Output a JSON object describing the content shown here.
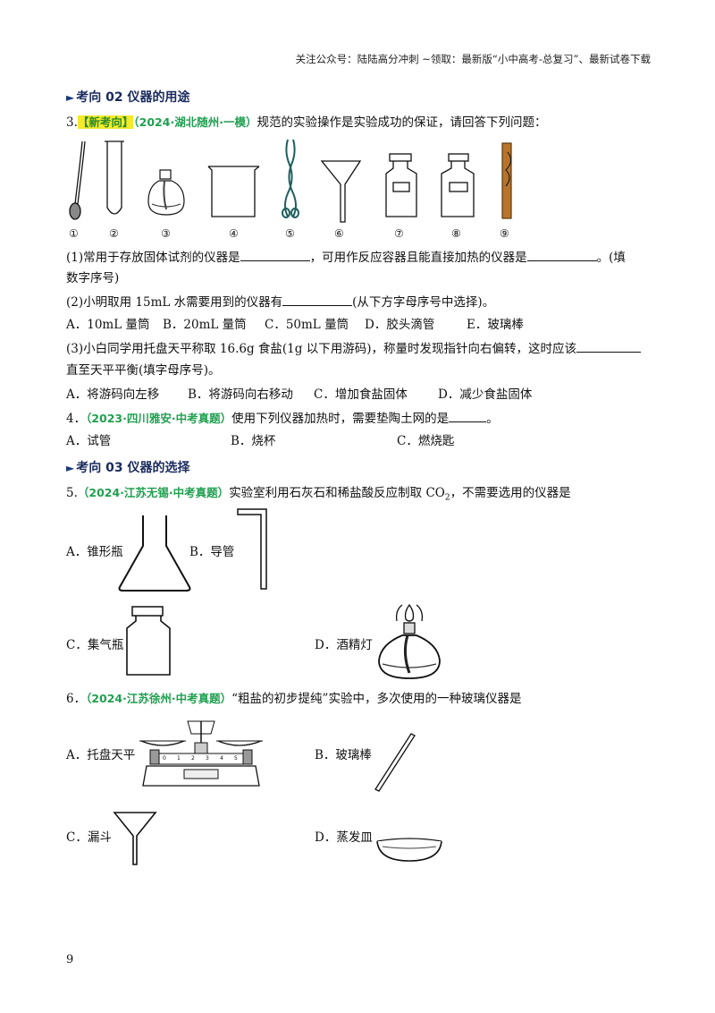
{
  "header": "关注公众号：陆陆高分冲刺  ~领取：最新版“小中高考-总复习”、最新试卷下载",
  "sections": {
    "s02": "考向 02  仪器的用途",
    "s03": "考向 03 仪器的选择"
  },
  "q3": {
    "num": "3.",
    "tag": "【新考向】",
    "source": "（2024·湖北随州·一模）",
    "stem": "规范的实验操作是实验成功的保证，请回答下列问题：",
    "instrument_labels": [
      "①",
      "②",
      "③",
      "④",
      "⑤",
      "⑥",
      "⑦",
      "⑧",
      "⑨"
    ],
    "p1a": "(1)常用于存放固体试剂的仪器是",
    "p1b": "，可用作反应容器且能直接加热的仪器是",
    "p1c": "。(填",
    "p1d": "数字序号)",
    "p2": "(2)小明取用 15mL 水需要用到的仪器有",
    "p2b": "(从下方字母序号中选择)。",
    "p2_options": [
      "A．10mL 量筒",
      "B．20mL 量筒",
      "C．50mL 量筒",
      "D．胶头滴管",
      "E．玻璃棒"
    ],
    "p3a": "(3)小白同学用托盘天平称取 16.6g 食盐(1g 以下用游码)，称量时发现指针向右偏转，这时应该",
    "p3b": "直至天平平衡(填字母序号)。",
    "p3_options": [
      "A．将游码向左移",
      "B．将游码向右移动",
      "C．增加食盐固体",
      "D．减少食盐固体"
    ]
  },
  "q4": {
    "num": "4．",
    "source": "（2023·四川雅安·中考真题）",
    "stem": "使用下列仪器加热时，需要垫陶土网的是",
    "end": "。",
    "options": [
      "A．试管",
      "B．烧杯",
      "C．燃烧匙"
    ]
  },
  "q5": {
    "num": "5.",
    "source": "（2024·江苏无锡·中考真题）",
    "stem_a": "实验室利用石灰石和稀盐酸反应制取 CO",
    "stem_sub": "2",
    "stem_b": "，不需要选用的仪器是",
    "options": [
      "A．锥形瓶",
      "B．导管",
      "C．集气瓶",
      "D．酒精灯"
    ]
  },
  "q6": {
    "num": "6．",
    "source": "（2024·江苏徐州·中考真题）",
    "stem": "“粗盐的初步提纯”实验中，多次使用的一种玻璃仪器是",
    "options": [
      "A．托盘天平",
      "B．玻璃棒",
      "C．漏斗",
      "D．蒸发皿"
    ],
    "scale_ticks": [
      "0",
      "1",
      "2",
      "3",
      "4",
      "5"
    ]
  },
  "page_number": "9"
}
